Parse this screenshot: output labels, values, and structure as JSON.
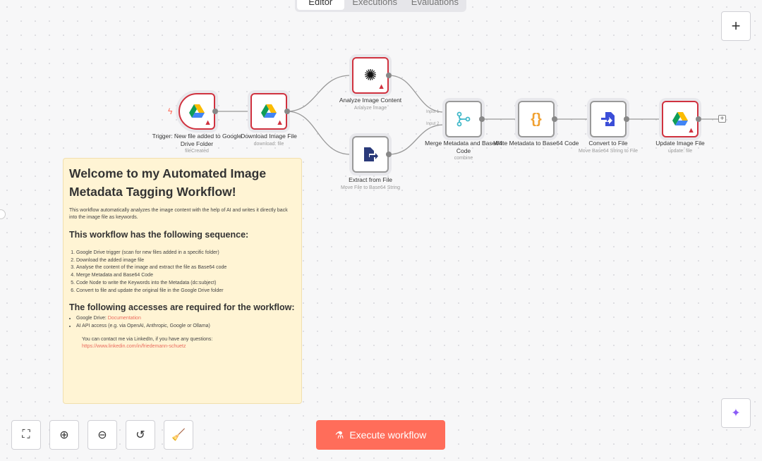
{
  "tabs": [
    "Editor",
    "Executions",
    "Evaluations"
  ],
  "nodes": {
    "trigger": {
      "title": "Trigger: New file added to Google Drive Folder",
      "subtitle": "fileCreated"
    },
    "download": {
      "title": "Download Image File",
      "subtitle": "download: file"
    },
    "analyze": {
      "title": "Analyze Image Content",
      "subtitle": "Analyze Image"
    },
    "extract": {
      "title": "Extract from File",
      "subtitle": "Move File to Base64 String"
    },
    "merge": {
      "title": "Merge Metadata and Base64 Code",
      "subtitle": "combine",
      "input1": "Input 1",
      "input2": "Input 2"
    },
    "write": {
      "title": "Write Metadata to Base64 Code",
      "subtitle": ""
    },
    "convert": {
      "title": "Convert to File",
      "subtitle": "Move Base64 String to File"
    },
    "update": {
      "title": "Update Image File",
      "subtitle": "update: file"
    }
  },
  "note": {
    "title": "Welcome to my Automated Image Metadata Tagging Workflow!",
    "intro": "This workflow automatically analyzes the image content with the help of AI and writes it directly back into the image file as keywords.",
    "seq_heading": "This workflow has the following sequence:",
    "steps": [
      "Google Drive trigger (scan for new files added in a specific folder)",
      "Download the added image file",
      "Analyse the content of the image and extract the file as Base64 code",
      "Merge Metadata and Base64 Code",
      "Code Node to write the Keywords into the Metadata (dc:subject)",
      "Convert to file and update the original file in the Google Drive folder"
    ],
    "access_heading": "The following accesses are required for the workflow:",
    "access_gd": "Google Drive: ",
    "access_gd_link": "Documentation",
    "access_ai": "AI API access (e.g. via OpenAI, Anthropic, Google or Ollama)",
    "contact": "You can contact me via LinkedIn, if you have any questions:",
    "contact_link": "https://www.linkedin.com/in/friedemann-schuetz"
  },
  "execute_label": "Execute workflow",
  "colors": {
    "accent": "#ff6d5a",
    "error": "#d0323f",
    "note_bg": "#fff4d4"
  }
}
